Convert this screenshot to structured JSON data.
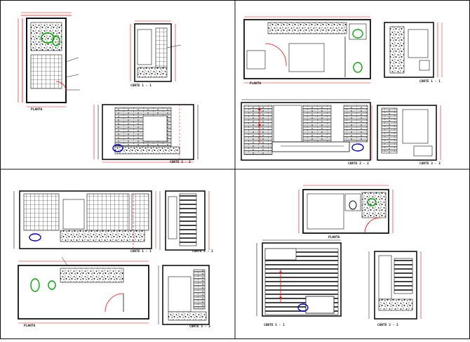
{
  "colors": {
    "line": "#111111",
    "dimension": "#ff0000",
    "fixture": "#00aa00",
    "tub": "#0000cc",
    "background": "#ffffff"
  },
  "sheet": {
    "q1": {
      "plan_caption": "PLANTA",
      "section_a_caption": "CORTE 1 - 1",
      "section_b_caption": "CORTE 2 - 2"
    },
    "q2": {
      "plan_caption": "PLANTA",
      "section_a_caption": "CORTE 1 - 1",
      "section_b_caption": "CORTE 2 - 2",
      "section_c_caption": "CORTE 3 - 3"
    },
    "q3": {
      "section_a_caption": "CORTE 1 - 1",
      "section_b_caption": "CORTE 2 - 2",
      "plan_caption": "PLANTA",
      "section_c_caption": "CORTE 3 - 3"
    },
    "q4": {
      "plan_caption": "PLANTA",
      "section_a_caption": "CORTE 1 - 1",
      "section_b_caption": "CORTE 2 - 2"
    }
  }
}
